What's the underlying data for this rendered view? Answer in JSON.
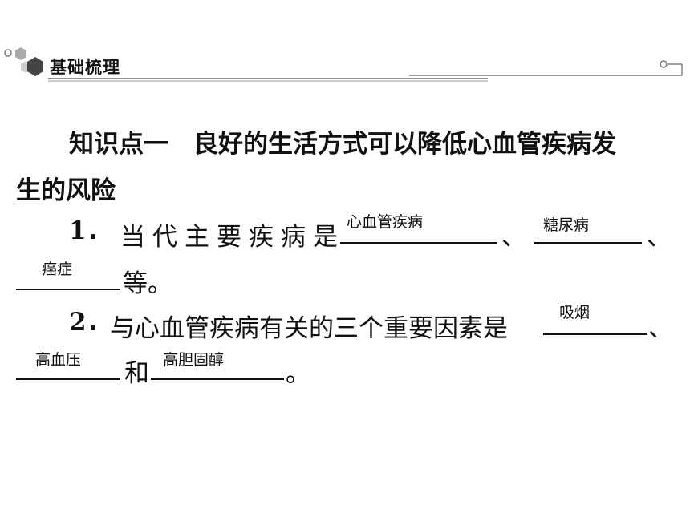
{
  "header": {
    "title": "基础梳理"
  },
  "section": {
    "heading_line1": "知识点一　良好的生活方式可以降低心血管疾病发",
    "heading_line2": "生的风险"
  },
  "q1": {
    "number": "1",
    "dot": ".",
    "prefix": "当代主要疾病是",
    "sep1": "、",
    "sep2": "、",
    "suffix": "等。",
    "answers": [
      "心血管疾病",
      "糖尿病",
      "癌症"
    ]
  },
  "q2": {
    "number": "2",
    "dot": ".",
    "prefix": "与心血管疾病有关的三个重要因素是",
    "sep1": "、",
    "and": "和",
    "suffix": "。",
    "answers": [
      "吸烟",
      "高血压",
      "高胆固醇"
    ]
  }
}
